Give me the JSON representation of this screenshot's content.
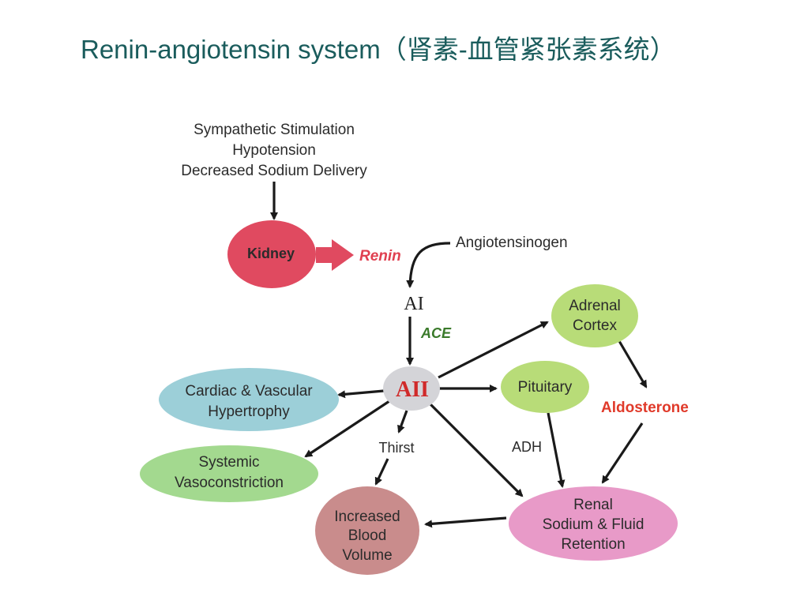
{
  "title": "Renin-angiotensin system（肾素-血管紧张素系统）",
  "triggers": [
    "Sympathetic Stimulation",
    "Hypotension",
    "Decreased Sodium Delivery"
  ],
  "nodes": {
    "kidney": "Kidney",
    "renin": "Renin",
    "angiotensinogen": "Angiotensinogen",
    "ai": "AI",
    "ace": "ACE",
    "aii": "AII",
    "adrenal": [
      "Adrenal",
      "Cortex"
    ],
    "pituitary": "Pituitary",
    "aldosterone": "Aldosterone",
    "adh": "ADH",
    "cardiac": [
      "Cardiac & Vascular",
      "Hypertrophy"
    ],
    "systemic": [
      "Systemic",
      "Vasoconstriction"
    ],
    "thirst": "Thirst",
    "blood_volume": [
      "Increased",
      "Blood",
      "Volume"
    ],
    "renal": [
      "Renal",
      "Sodium & Fluid",
      "Retention"
    ]
  },
  "colors": {
    "title": "#1a5c5c",
    "kidney": "#e04a60",
    "renin": "#e04050",
    "ace": "#3a7a2a",
    "aii_fill": "#d4d4d8",
    "aii_text": "#d02a2a",
    "adrenal": "#b8dc78",
    "pituitary": "#b8dc78",
    "aldosterone": "#e03a2a",
    "cardiac": "#9ccfd8",
    "systemic": "#a3d98f",
    "blood_volume": "#c98c8c",
    "renal": "#e89ac8"
  }
}
